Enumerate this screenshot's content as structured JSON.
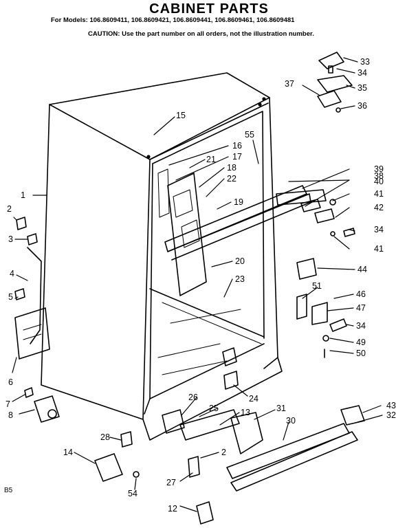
{
  "header": {
    "title": "CABINET PARTS",
    "models": "For Models: 106.8609411, 106.8609421, 106.8609441, 106.8609461, 106.8609481",
    "caution": "CAUTION: Use the part number on all orders, not the illustration number."
  },
  "corner_code": "B5",
  "callouts": [
    {
      "id": "c33",
      "text": "33"
    },
    {
      "id": "c34a",
      "text": "34"
    },
    {
      "id": "c35",
      "text": "35"
    },
    {
      "id": "c37",
      "text": "37"
    },
    {
      "id": "c36",
      "text": "36"
    },
    {
      "id": "c15",
      "text": "15"
    },
    {
      "id": "c55",
      "text": "55"
    },
    {
      "id": "c16",
      "text": "16"
    },
    {
      "id": "c17",
      "text": "17"
    },
    {
      "id": "c21",
      "text": "21"
    },
    {
      "id": "c18",
      "text": "18"
    },
    {
      "id": "c22",
      "text": "22"
    },
    {
      "id": "c38",
      "text": "38"
    },
    {
      "id": "c39",
      "text": "39"
    },
    {
      "id": "c40",
      "text": "40"
    },
    {
      "id": "c41a",
      "text": "41"
    },
    {
      "id": "c42",
      "text": "42"
    },
    {
      "id": "c19",
      "text": "19"
    },
    {
      "id": "c34b",
      "text": "34"
    },
    {
      "id": "c41b",
      "text": "41"
    },
    {
      "id": "c1",
      "text": "1"
    },
    {
      "id": "c2a",
      "text": "2"
    },
    {
      "id": "c3",
      "text": "3"
    },
    {
      "id": "c4",
      "text": "4"
    },
    {
      "id": "c5",
      "text": "5"
    },
    {
      "id": "c6",
      "text": "6"
    },
    {
      "id": "c7",
      "text": "7"
    },
    {
      "id": "c8",
      "text": "8"
    },
    {
      "id": "c20",
      "text": "20"
    },
    {
      "id": "c44",
      "text": "44"
    },
    {
      "id": "c23",
      "text": "23"
    },
    {
      "id": "c51",
      "text": "51"
    },
    {
      "id": "c46",
      "text": "46"
    },
    {
      "id": "c47",
      "text": "47"
    },
    {
      "id": "c34c",
      "text": "34"
    },
    {
      "id": "c49",
      "text": "49"
    },
    {
      "id": "c50",
      "text": "50"
    },
    {
      "id": "c24",
      "text": "24"
    },
    {
      "id": "c26",
      "text": "26"
    },
    {
      "id": "c25",
      "text": "25"
    },
    {
      "id": "c13",
      "text": "13"
    },
    {
      "id": "c31",
      "text": "31"
    },
    {
      "id": "c30",
      "text": "30"
    },
    {
      "id": "c43",
      "text": "43"
    },
    {
      "id": "c32",
      "text": "32"
    },
    {
      "id": "c28",
      "text": "28"
    },
    {
      "id": "c14",
      "text": "14"
    },
    {
      "id": "c2b",
      "text": "2"
    },
    {
      "id": "c27",
      "text": "27"
    },
    {
      "id": "c54",
      "text": "54"
    },
    {
      "id": "c12",
      "text": "12"
    }
  ]
}
